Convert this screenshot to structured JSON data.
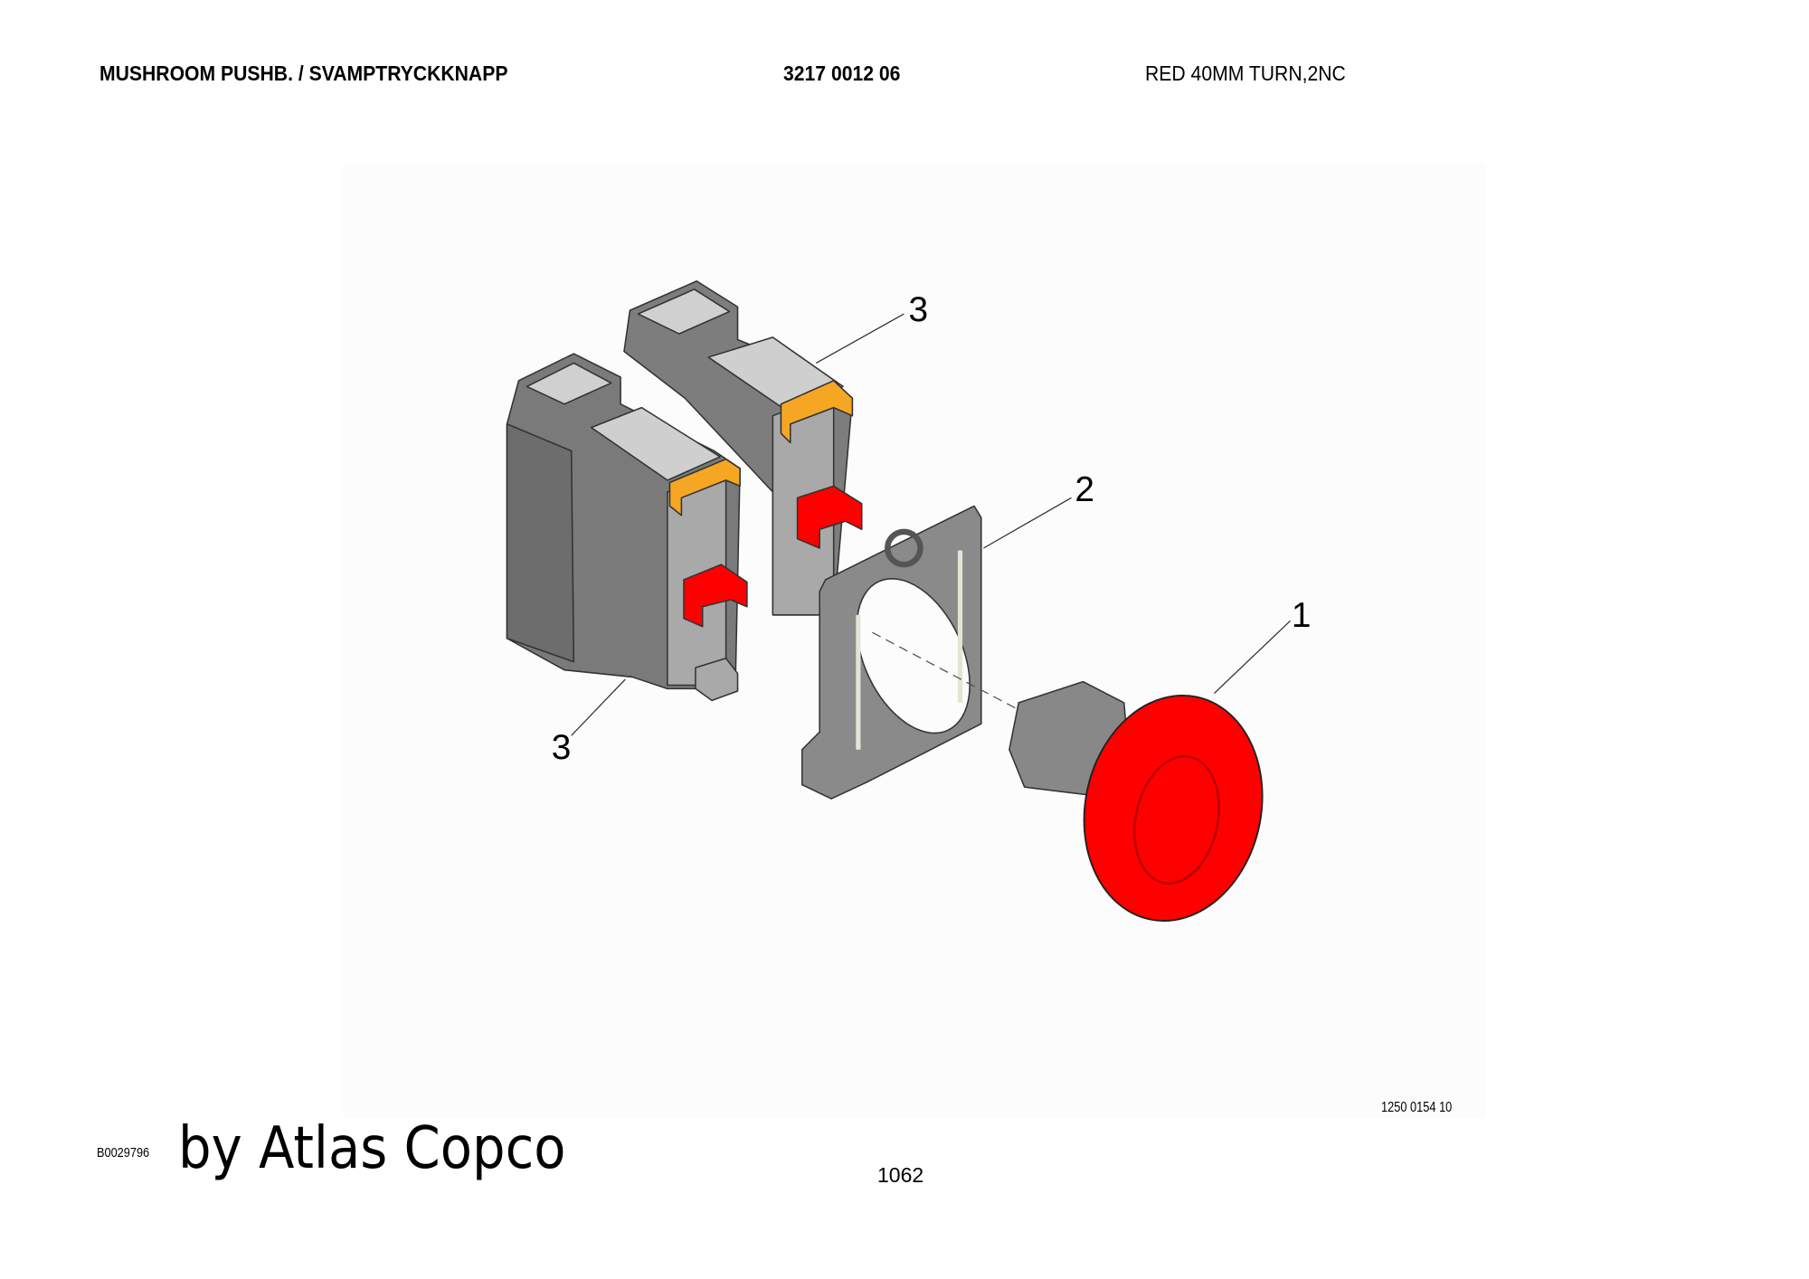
{
  "header": {
    "title": "MUSHROOM PUSHB. / SVAMPTRYCKKNAPP",
    "part_number": "3217 0012 06",
    "description": "RED 40MM TURN,2NC"
  },
  "illustration": {
    "callouts": [
      "1",
      "2",
      "3",
      "3"
    ],
    "drawing_number": "1250 0154 10",
    "colors": {
      "button": "#ff0000",
      "housing": "#7a7a7a",
      "clip": "#f5a623"
    }
  },
  "footer": {
    "code": "B0029796",
    "brand": "by Atlas Copco",
    "page_number": "1062"
  }
}
